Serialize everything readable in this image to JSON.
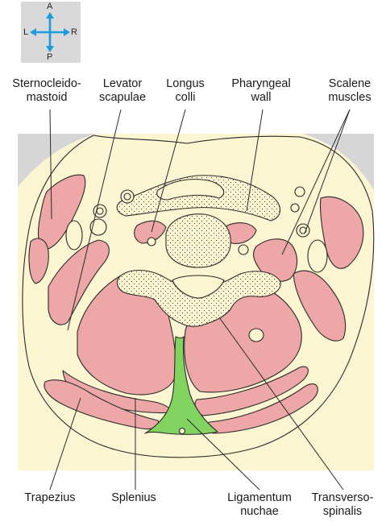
{
  "orientation": {
    "anterior": "A",
    "posterior": "P",
    "left": "L",
    "right": "R"
  },
  "top_labels": [
    {
      "line1": "Sternocleido-",
      "line2": "mastoid"
    },
    {
      "line1": "Levator",
      "line2": "scapulae"
    },
    {
      "line1": "Longus",
      "line2": "colli"
    },
    {
      "line1": "Pharyngeal",
      "line2": "wall"
    },
    {
      "line1": "Scalene",
      "line2": "muscles"
    }
  ],
  "bottom_labels": [
    {
      "line1": "Trapezius",
      "line2": ""
    },
    {
      "line1": "Splenius",
      "line2": ""
    },
    {
      "line1": "Ligamentum",
      "line2": "nuchae"
    },
    {
      "line1": "Transverso-",
      "line2": "spinalis"
    }
  ],
  "colors": {
    "background_panel": "#fbf5d2",
    "muscle": "#eda7a7",
    "ligament": "#82d35f",
    "compass_box": "#d9d9d9",
    "compass_arrow": "#1e9be0",
    "outline": "#2a2a2a"
  }
}
